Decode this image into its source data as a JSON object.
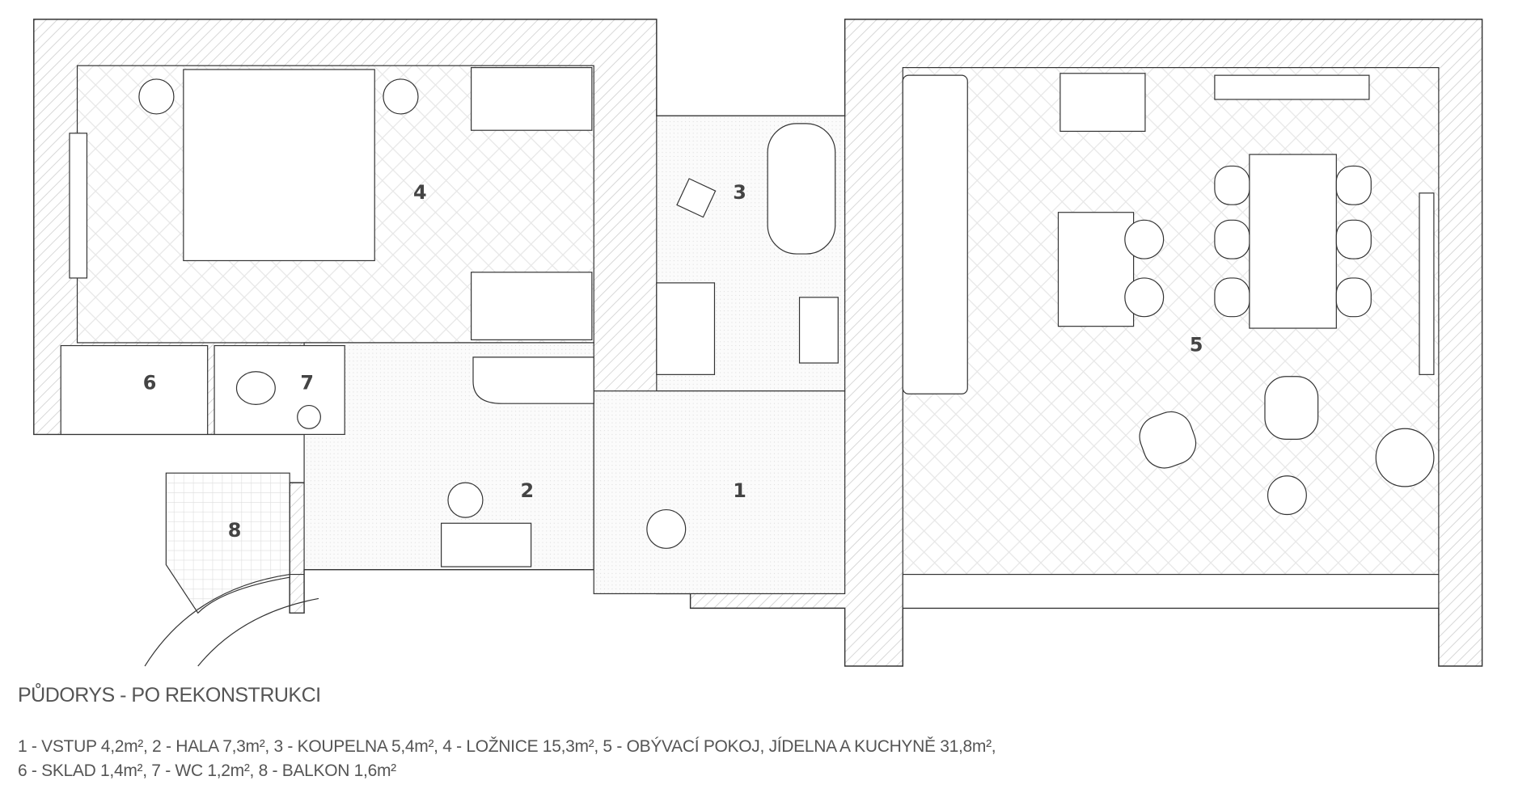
{
  "rooms": [
    {
      "number": "1",
      "name": "VSTUP"
    },
    {
      "number": "2",
      "name": "HALA"
    },
    {
      "number": "3",
      "name": "KOUPELNA"
    },
    {
      "number": "4",
      "name": "LOŽNICE"
    },
    {
      "number": "5",
      "name": "OBÝVACÍ POKOJ, JÍDELNA A KUCHYNĚ"
    },
    {
      "number": "6",
      "name": "SKLAD"
    },
    {
      "number": "7",
      "name": "WC"
    },
    {
      "number": "8",
      "name": "BALKON"
    }
  ],
  "caption": "PŮDORYS - PO REKONSTRUKCI",
  "legend": {
    "line1": "1 - VSTUP 4,2m², 2 - HALA 7,3m², 3 - KOUPELNA 5,4m², 4 - LOŽNICE 15,3m², 5 - OBÝVACÍ POKOJ, JÍDELNA A KUCHYNĚ 31,8m²,",
    "line2": "6 - SKLAD 1,4m², 7 - WC 1,2m², 8 - BALKON 1,6m²"
  }
}
